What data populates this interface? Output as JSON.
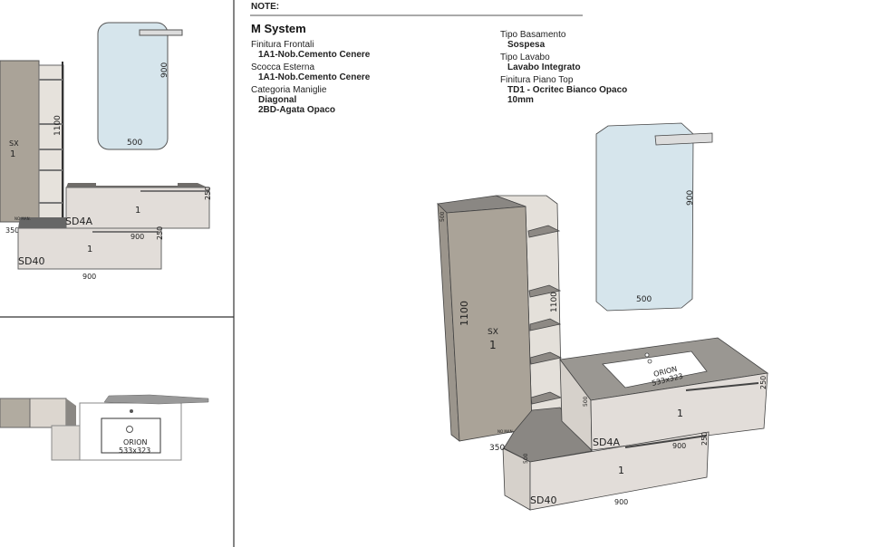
{
  "header": {
    "note_label": "NOTE:",
    "title": "M System"
  },
  "specs_left": [
    {
      "label": "Finitura Frontali",
      "values": [
        "1A1-Nob.Cemento Cenere"
      ]
    },
    {
      "label": "Scocca Esterna",
      "values": [
        "1A1-Nob.Cemento Cenere"
      ]
    },
    {
      "label": "Categoria Maniglie",
      "values": [
        "Diagonal",
        "2BD-Agata Opaco"
      ]
    }
  ],
  "specs_right": [
    {
      "label": "Tipo Basamento",
      "values": [
        "Sospesa"
      ]
    },
    {
      "label": "Tipo Lavabo",
      "values": [
        "Lavabo Integrato"
      ]
    },
    {
      "label": "Finitura Piano Top",
      "values": [
        "TD1 - Ocritec Bianco Opaco",
        "10mm"
      ]
    }
  ],
  "front_view": {
    "column_height": "1100",
    "column_side": "SX",
    "column_qty": "1",
    "mirror_height": "900",
    "mirror_width": "500",
    "upper_qty": "1",
    "upper_height": "250",
    "upper_code": "SD4A",
    "upper_width": "900",
    "depth": "350",
    "no_handle": "NO MAN.",
    "lower_qty": "1",
    "lower_height": "250",
    "lower_code": "SD40",
    "lower_width": "900"
  },
  "plan_view": {
    "sink_model": "ORION",
    "sink_size": "533x323"
  },
  "iso_view": {
    "column_height": "1100",
    "column_side": "SX",
    "column_qty": "1",
    "shelf_height": "1100",
    "column_depth": "500",
    "mirror_height": "900",
    "mirror_width": "500",
    "sink_model": "ORION",
    "sink_size": "533x323",
    "upper_depth": "500",
    "upper_height": "250",
    "upper_qty": "1",
    "upper_code": "SD4A",
    "upper_width": "900",
    "lower_height": "250",
    "depth": "350",
    "no_handle": "NO MAN.",
    "lower_depth": "500",
    "lower_qty": "1",
    "lower_code": "SD40",
    "lower_width": "900"
  },
  "colors": {
    "door": "#aaa398",
    "carcass": "#e3dfda",
    "mirror": "#d6e5ec",
    "top": "#8a8783",
    "line": "#444444"
  }
}
